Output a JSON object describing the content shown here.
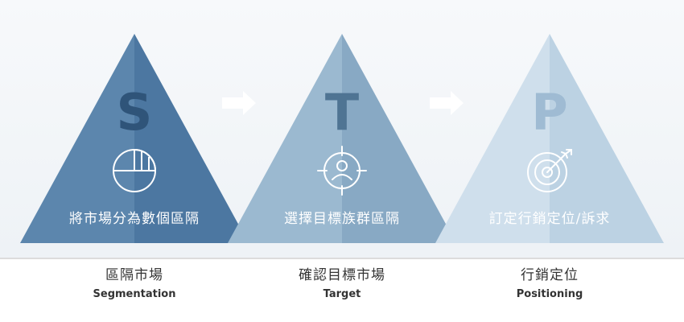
{
  "stages": [
    {
      "letter": "S",
      "label": "將市場分為數個區隔",
      "caption_zh": "區隔市場",
      "caption_en": "Segmentation",
      "icon": "pie-chart-icon",
      "color_left": "#5c86ad",
      "color_right": "#4c77a1",
      "letter_color": "#2f5479"
    },
    {
      "letter": "T",
      "label": "選擇目標族群區隔",
      "caption_zh": "確認目標市場",
      "caption_en": "Target",
      "icon": "target-person-icon",
      "color_left": "#9bb9d0",
      "color_right": "#88a9c4",
      "letter_color": "#4f7493"
    },
    {
      "letter": "P",
      "label": "訂定行銷定位/訴求",
      "caption_zh": "行銷定位",
      "caption_en": "Positioning",
      "icon": "bullseye-arrow-icon",
      "color_left": "#cfdfec",
      "color_right": "#bcd2e3",
      "letter_color": "#9fbbd3"
    }
  ],
  "arrow_icon": "right-arrow-icon",
  "arrow_color": "#ffffff"
}
